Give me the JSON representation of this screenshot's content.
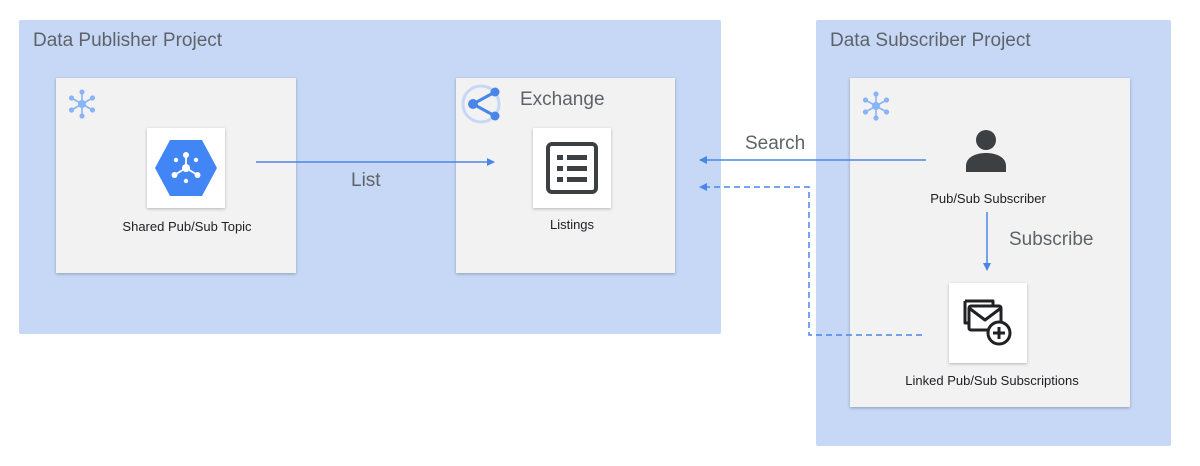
{
  "publisher_project": {
    "title": "Data Publisher Project"
  },
  "subscriber_project": {
    "title": "Data Subscriber Project"
  },
  "nodes": {
    "shared_topic": {
      "label": "Shared Pub/Sub Topic"
    },
    "exchange": {
      "title": "Exchange"
    },
    "listings": {
      "label": "Listings"
    },
    "subscriber": {
      "label": "Pub/Sub Subscriber"
    },
    "linked_subscriptions": {
      "label": "Linked Pub/Sub Subscriptions"
    }
  },
  "edges": {
    "list": {
      "label": "List"
    },
    "search": {
      "label": "Search"
    },
    "subscribe": {
      "label": "Subscribe"
    }
  },
  "colors": {
    "project_bg": "#c6d8f6",
    "card_bg": "#f2f2f2",
    "arrow": "#4a86e8",
    "hex": "#4285f4",
    "icon_dark": "#3c4043"
  },
  "icons": {
    "topic": "pubsub-hexagon-icon",
    "exchange": "share-icon",
    "listings": "list-icon",
    "subscriber": "person-icon",
    "subscriptions": "linked-mail-add-icon",
    "project": "hub-icon"
  }
}
